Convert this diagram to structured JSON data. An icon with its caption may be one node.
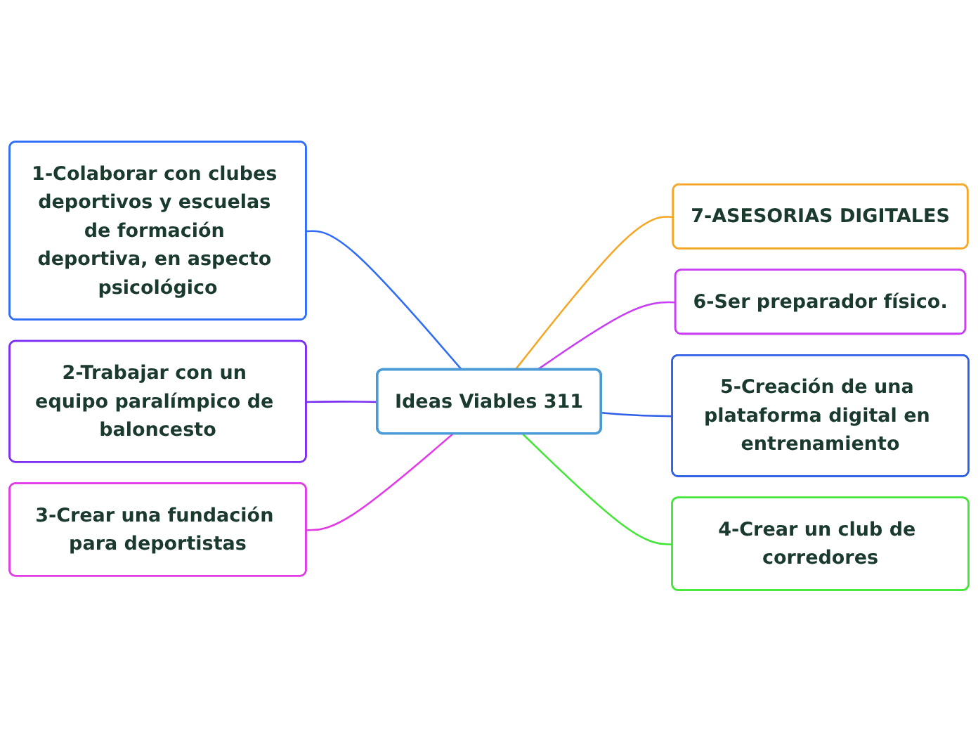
{
  "diagram": {
    "nodes": [
      {
        "text": [
          "Ideas Viables 311"
        ]
      },
      {
        "text": [
          "1-Colaborar con clubes deportivos y escuelas de formación deportiva, en aspecto psicológico"
        ]
      },
      {
        "text": [
          "2-Trabajar con un equipo paralímpico de baloncesto"
        ]
      },
      {
        "text": [
          "3-Crear una fundación para deportistas"
        ]
      },
      {
        "text": [
          "7-ASESORIAS DIGITALES"
        ]
      },
      {
        "text": [
          "6-Ser preparador físico."
        ]
      },
      {
        "text": [
          "5-Creación de una plataforma digital en entrenamiento"
        ]
      },
      {
        "text": [
          "4-Crear un club de corredores"
        ]
      }
    ],
    "edges": [
      {
        "from": 1,
        "to": 0,
        "arrow": "none",
        "color": "#2f6df6"
      },
      {
        "from": 2,
        "to": 0,
        "arrow": "none",
        "color": "#7b2ff2"
      },
      {
        "from": 3,
        "to": 0,
        "arrow": "none",
        "color": "#e23ce6"
      },
      {
        "from": 0,
        "to": 4,
        "arrow": "none",
        "color": "#f5a623"
      },
      {
        "from": 0,
        "to": 5,
        "arrow": "none",
        "color": "#c93ef2"
      },
      {
        "from": 0,
        "to": 6,
        "arrow": "none",
        "color": "#2f5fe6"
      },
      {
        "from": 0,
        "to": 7,
        "arrow": "none",
        "color": "#44e639"
      }
    ]
  }
}
